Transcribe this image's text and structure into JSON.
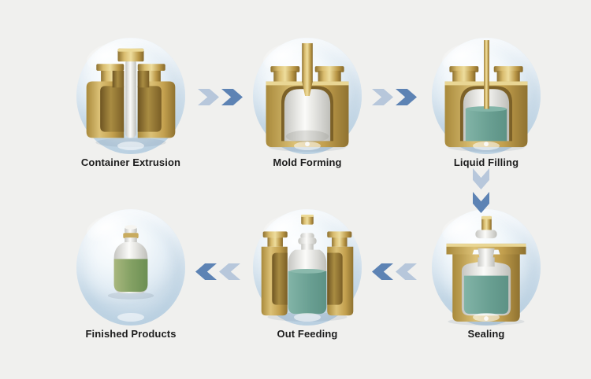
{
  "diagram": {
    "name": "blow-fill-seal-process"
  },
  "colors": {
    "page_bg": "#f0f0ee",
    "arrow_light": "#b7c7db",
    "arrow_dark": "#5d83b4",
    "label_text": "#1d1d1d",
    "bubble_tint": "#d2e1ec",
    "mold_gold": "#c7a653",
    "parison_white": "#f4f2ec",
    "liquid_teal": "#6ba79a",
    "liquid_green": "#84a164"
  },
  "stages": [
    {
      "label": "Container Extrusion"
    },
    {
      "label": "Mold Forming"
    },
    {
      "label": "Liquid Filling"
    },
    {
      "label": "Sealing"
    },
    {
      "label": "Out Feeding"
    },
    {
      "label": "Finished Products"
    }
  ],
  "arrows": [
    {
      "direction": "right"
    },
    {
      "direction": "right"
    },
    {
      "direction": "down"
    },
    {
      "direction": "left"
    },
    {
      "direction": "left"
    }
  ]
}
